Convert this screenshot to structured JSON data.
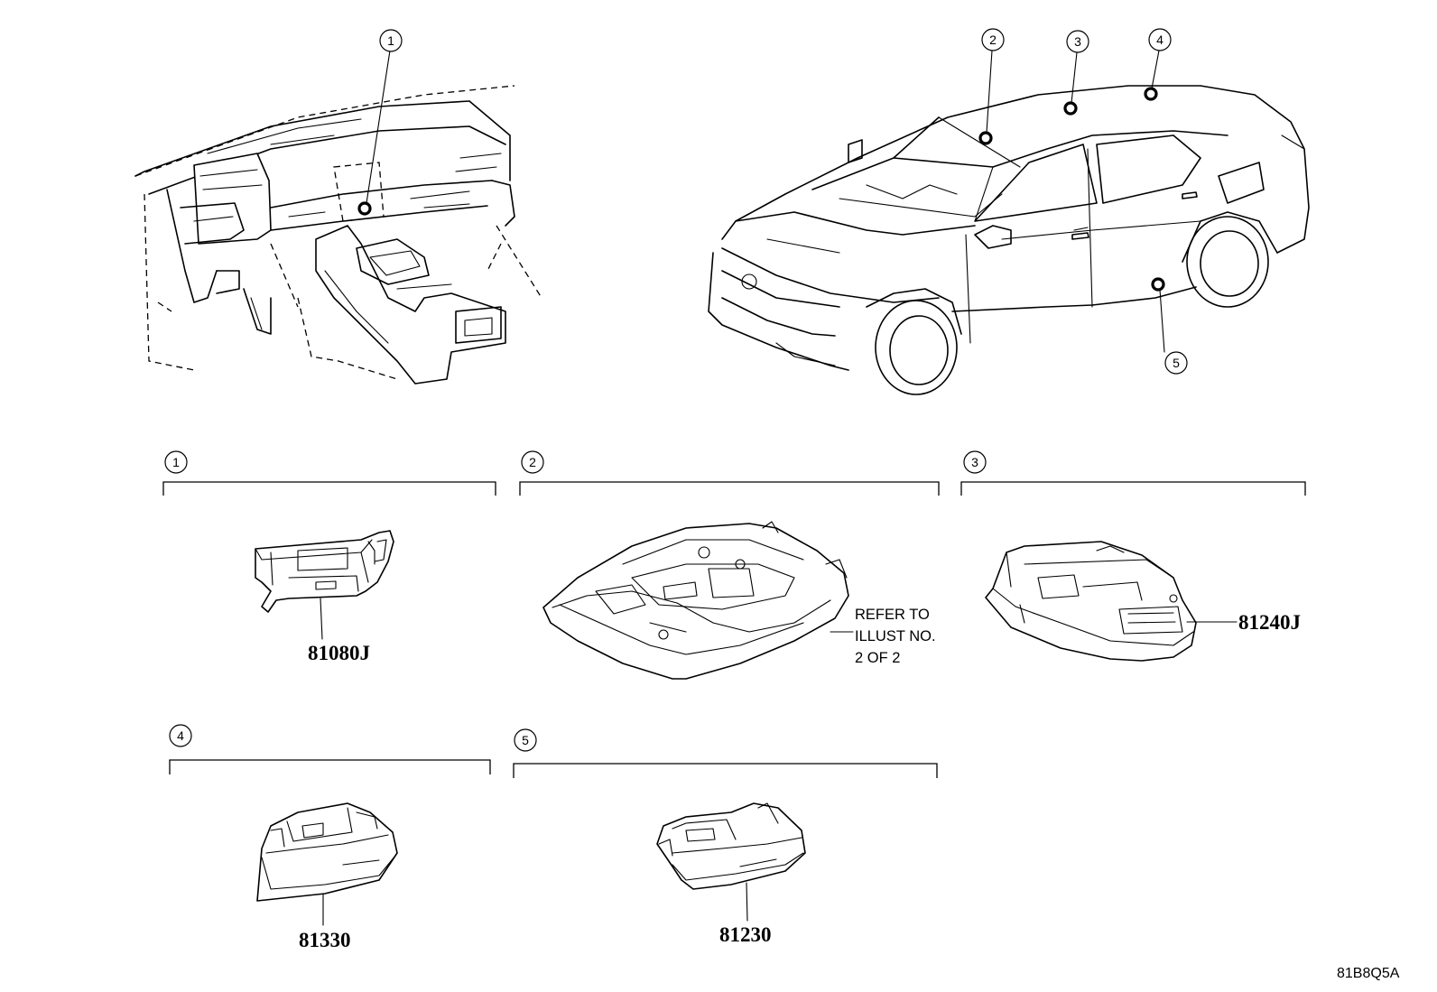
{
  "callouts": {
    "c1": "1",
    "c2": "2",
    "c3": "3",
    "c4": "4",
    "c5": "5"
  },
  "parts": {
    "p1": "81080J",
    "p3": "81240J",
    "p4": "81330",
    "p5": "81230"
  },
  "reference": {
    "line1": "REFER TO",
    "line2": "ILLUST NO.",
    "line3": "2 OF 2"
  },
  "diagram_code": "81B8Q5A"
}
